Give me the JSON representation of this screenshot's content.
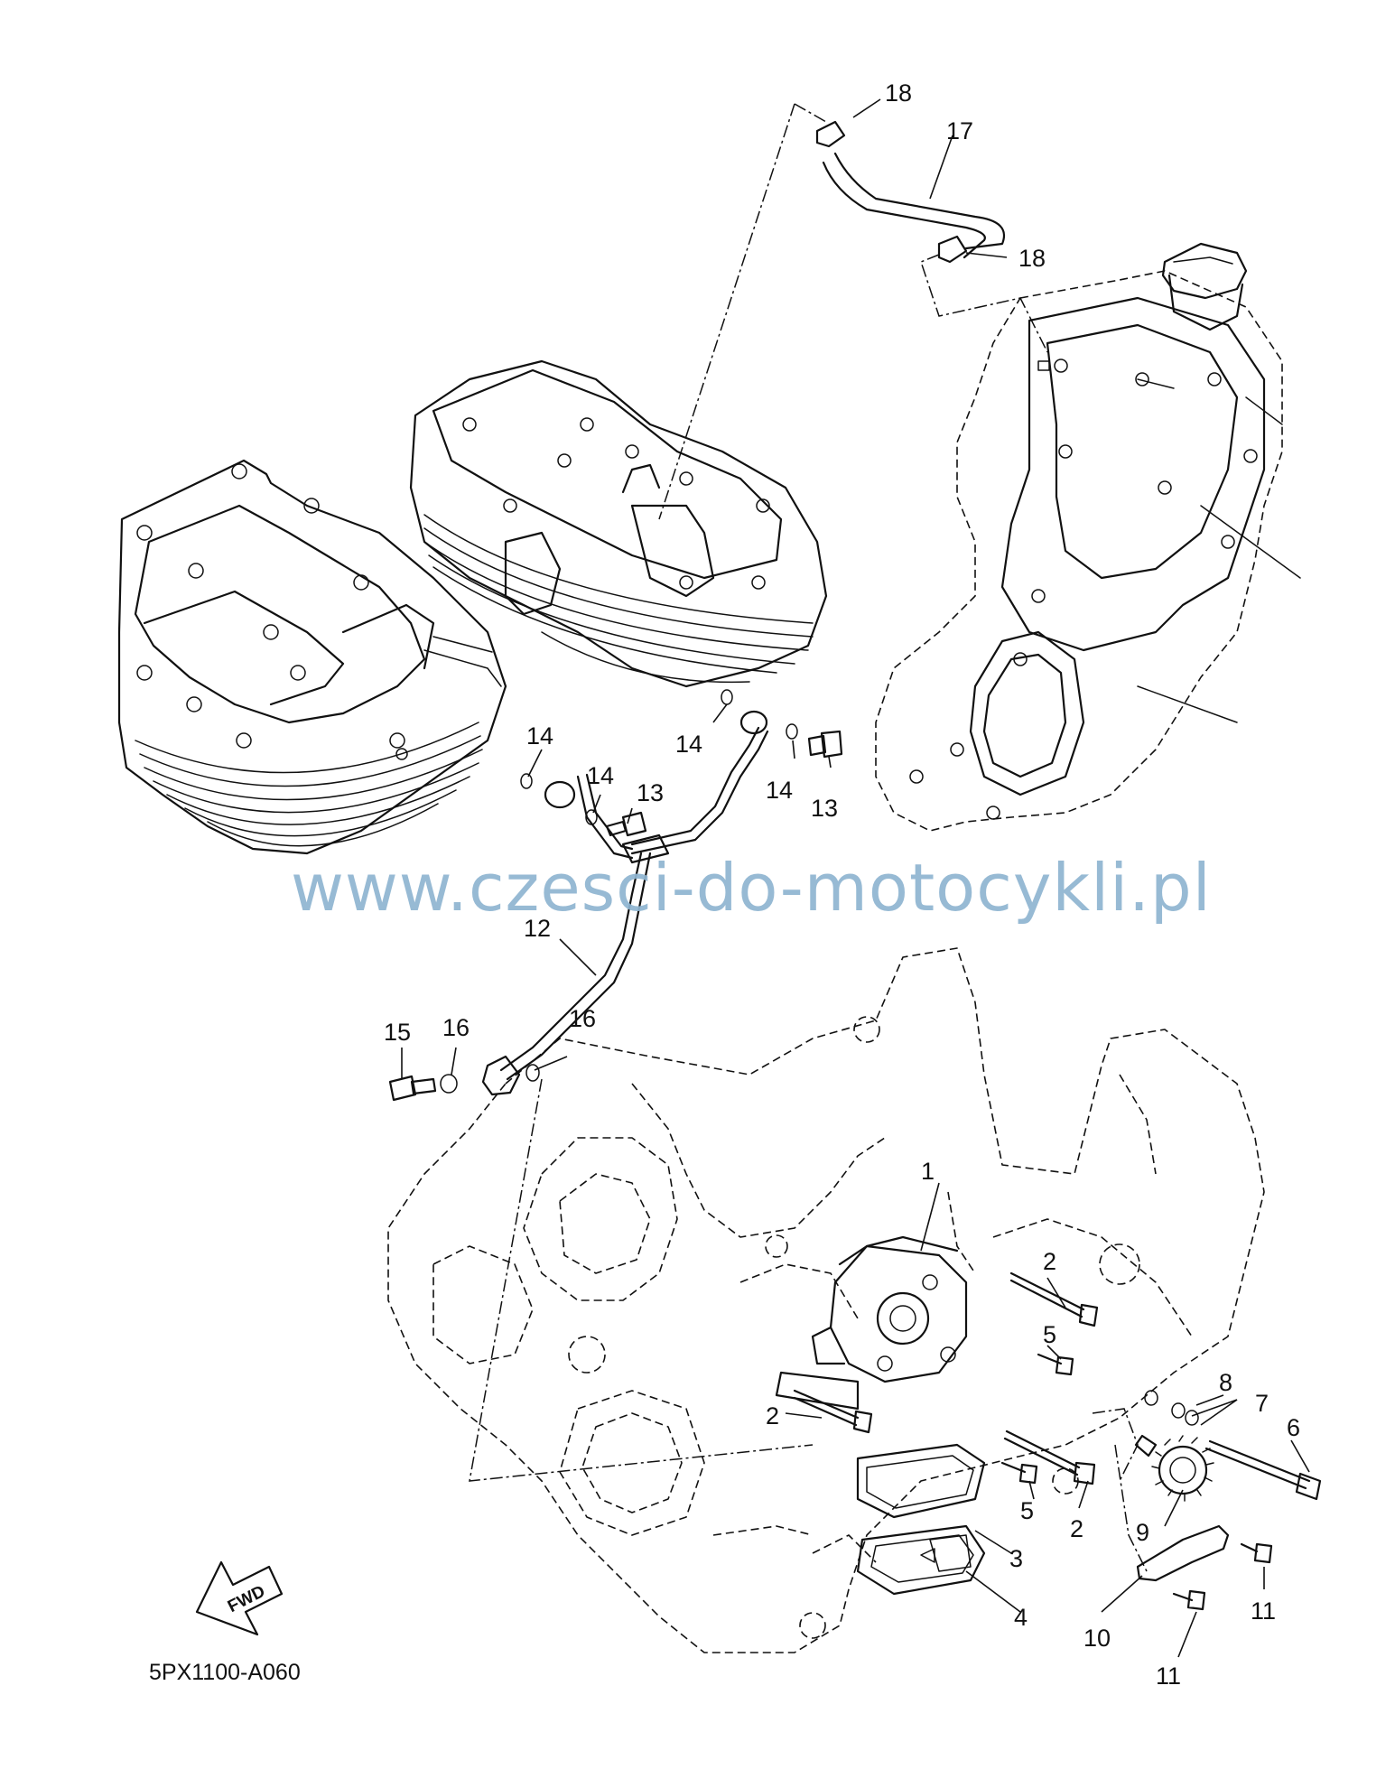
{
  "watermark": "www.czesci-do-motocykli.pl",
  "diagram_code": "5PX1100-A060",
  "fwd_label": "FWD",
  "callouts": [
    "1",
    "2",
    "2",
    "2",
    "3",
    "4",
    "5",
    "5",
    "6",
    "7",
    "8",
    "9",
    "10",
    "11",
    "11",
    "12",
    "13",
    "13",
    "14",
    "14",
    "14",
    "14",
    "15",
    "16",
    "16",
    "17",
    "18",
    "18"
  ]
}
